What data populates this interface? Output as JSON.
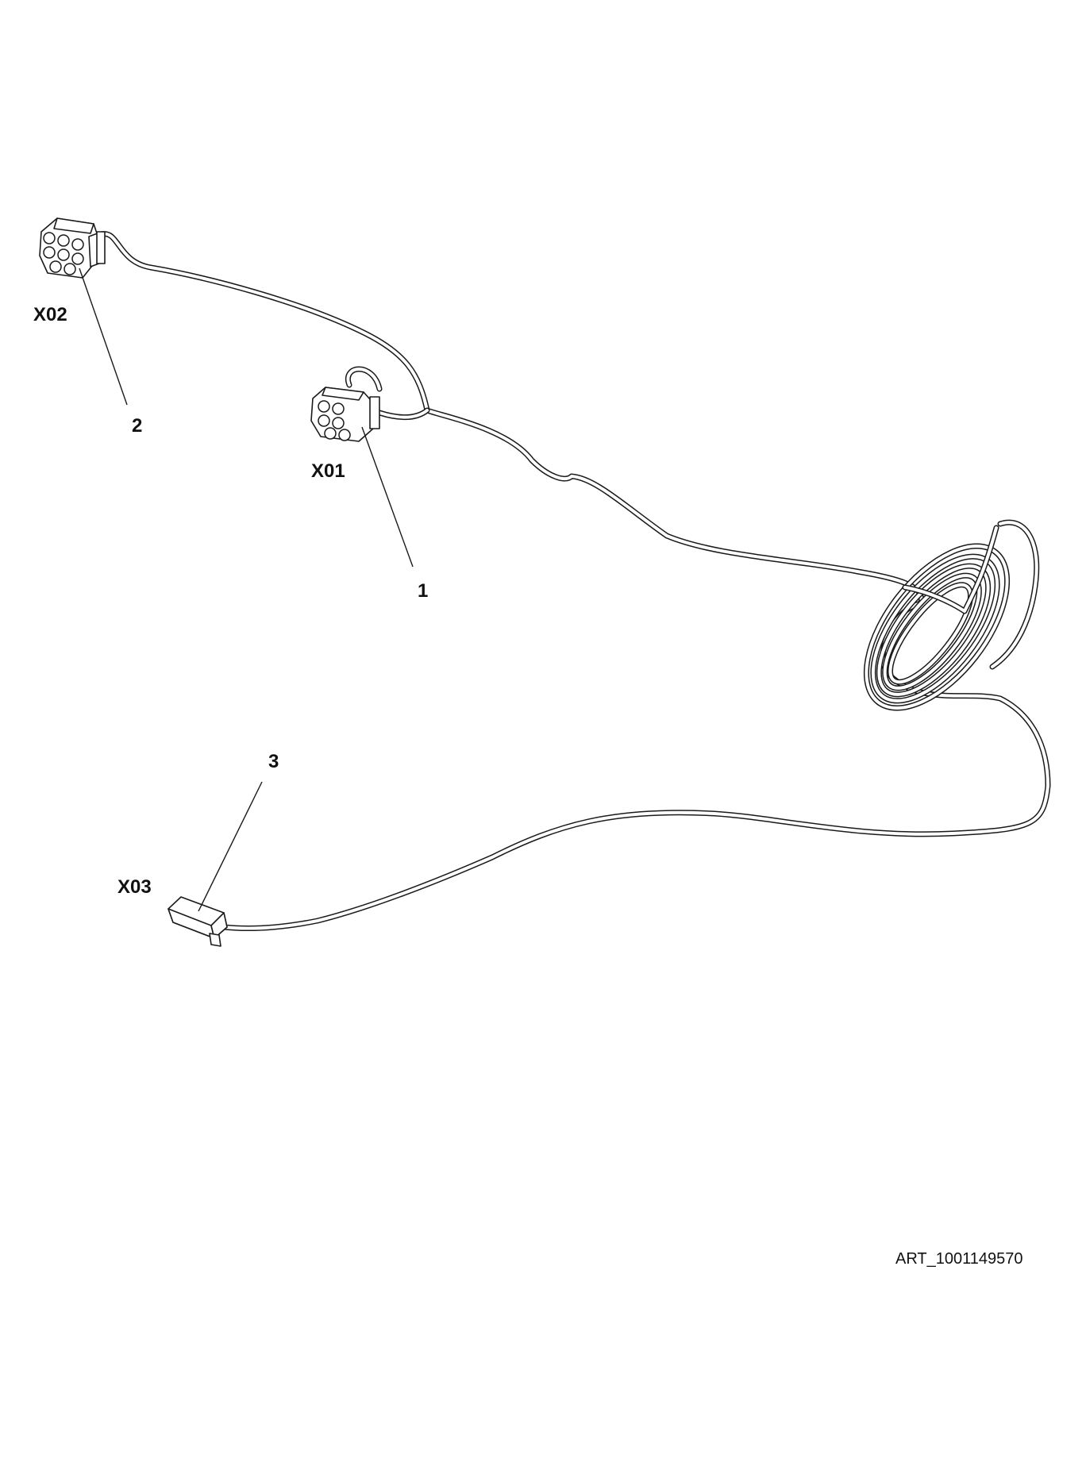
{
  "connectors": [
    {
      "id": "X01",
      "item": "1"
    },
    {
      "id": "X02",
      "item": "2"
    },
    {
      "id": "X03",
      "item": "3"
    }
  ],
  "art_number": "ART_1001149570"
}
